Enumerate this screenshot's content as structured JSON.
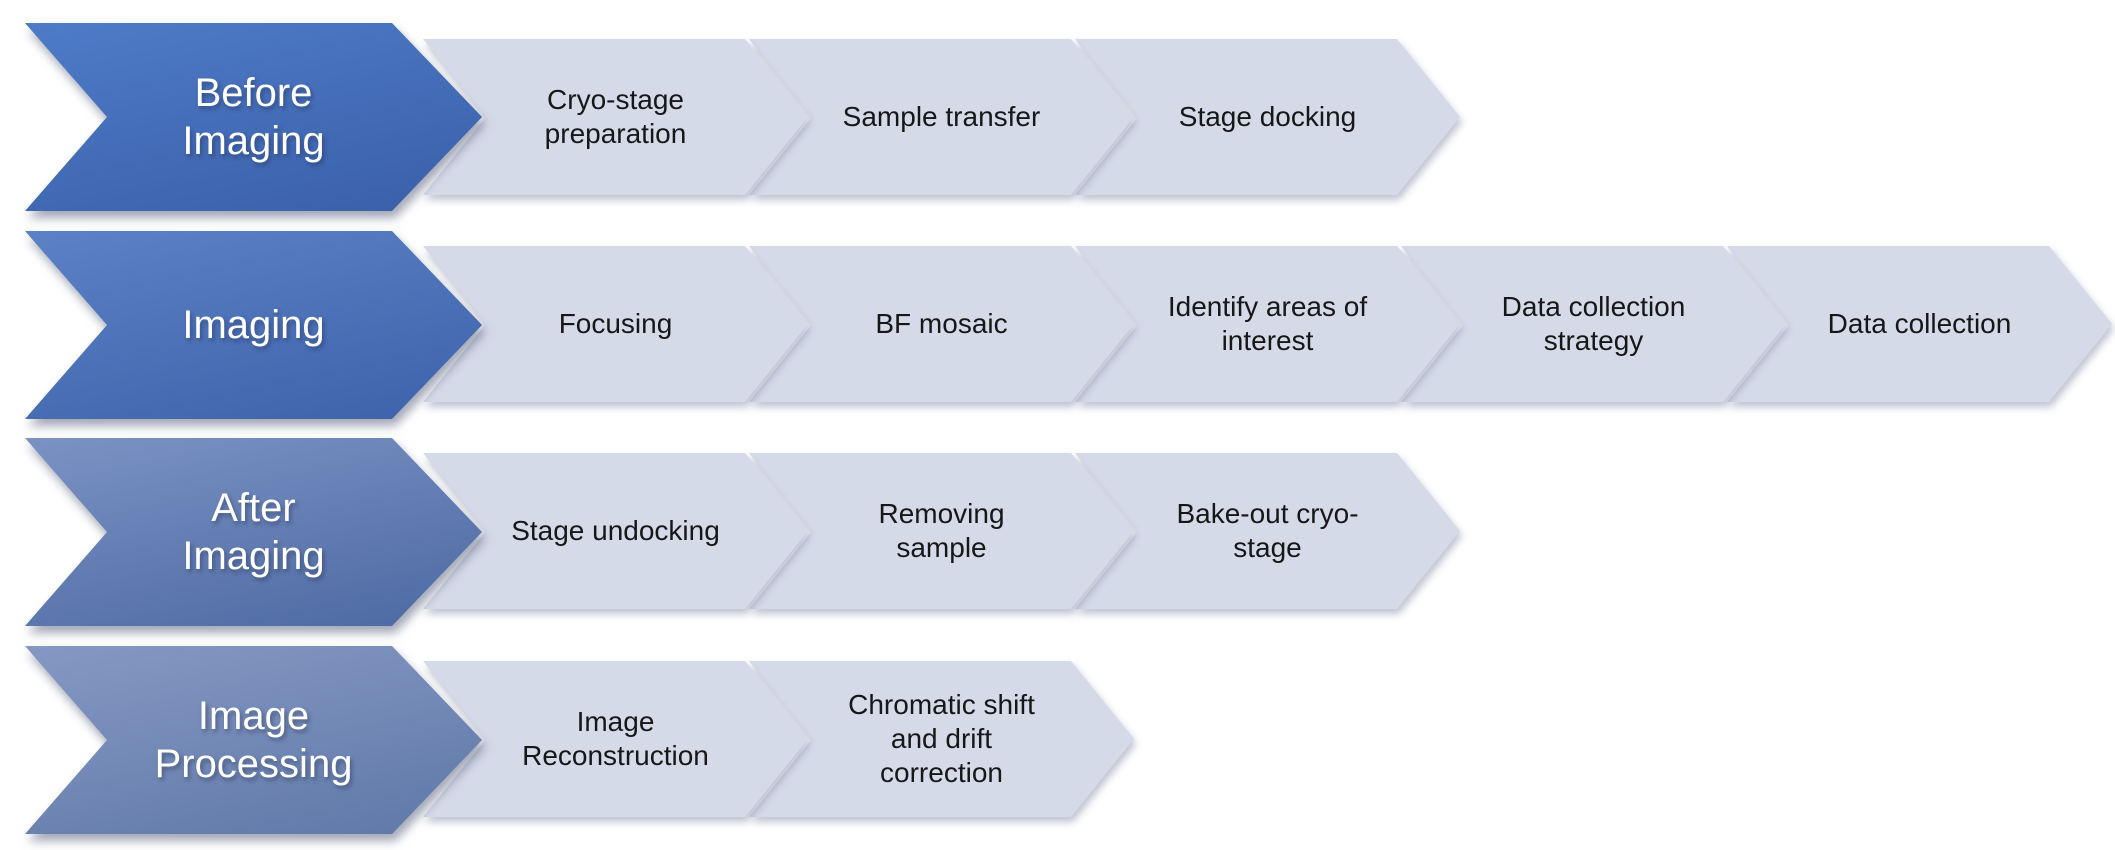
{
  "diagram": {
    "background_color": "#FFFFFF",
    "step_fill_color": "#D5DAE9",
    "step_text_color": "#171717",
    "title_text_color": "#FFFFFF",
    "rows": [
      {
        "id": "before-imaging",
        "title": "Before\nImaging",
        "gradient": [
          "#4E7BC7",
          "#3A5FA9"
        ],
        "steps": [
          "Cryo-stage\npreparation",
          "Sample transfer",
          "Stage docking"
        ]
      },
      {
        "id": "imaging",
        "title": "Imaging",
        "gradient": [
          "#5C81C6",
          "#3D62AA"
        ],
        "steps": [
          "Focusing",
          "BF mosaic",
          "Identify areas of\ninterest",
          "Data collection\nstrategy",
          "Data collection"
        ]
      },
      {
        "id": "after-imaging",
        "title": "After\nImaging",
        "gradient": [
          "#7B92C3",
          "#4C69A3"
        ],
        "steps": [
          "Stage undocking",
          "Removing\nsample",
          "Bake-out cryo-\nstage"
        ]
      },
      {
        "id": "image-processing",
        "title": "Image\nProcessing",
        "gradient": [
          "#8598C3",
          "#5F78A8"
        ],
        "steps": [
          "Image\nReconstruction",
          "Chromatic shift\nand drift\ncorrection"
        ]
      }
    ]
  }
}
